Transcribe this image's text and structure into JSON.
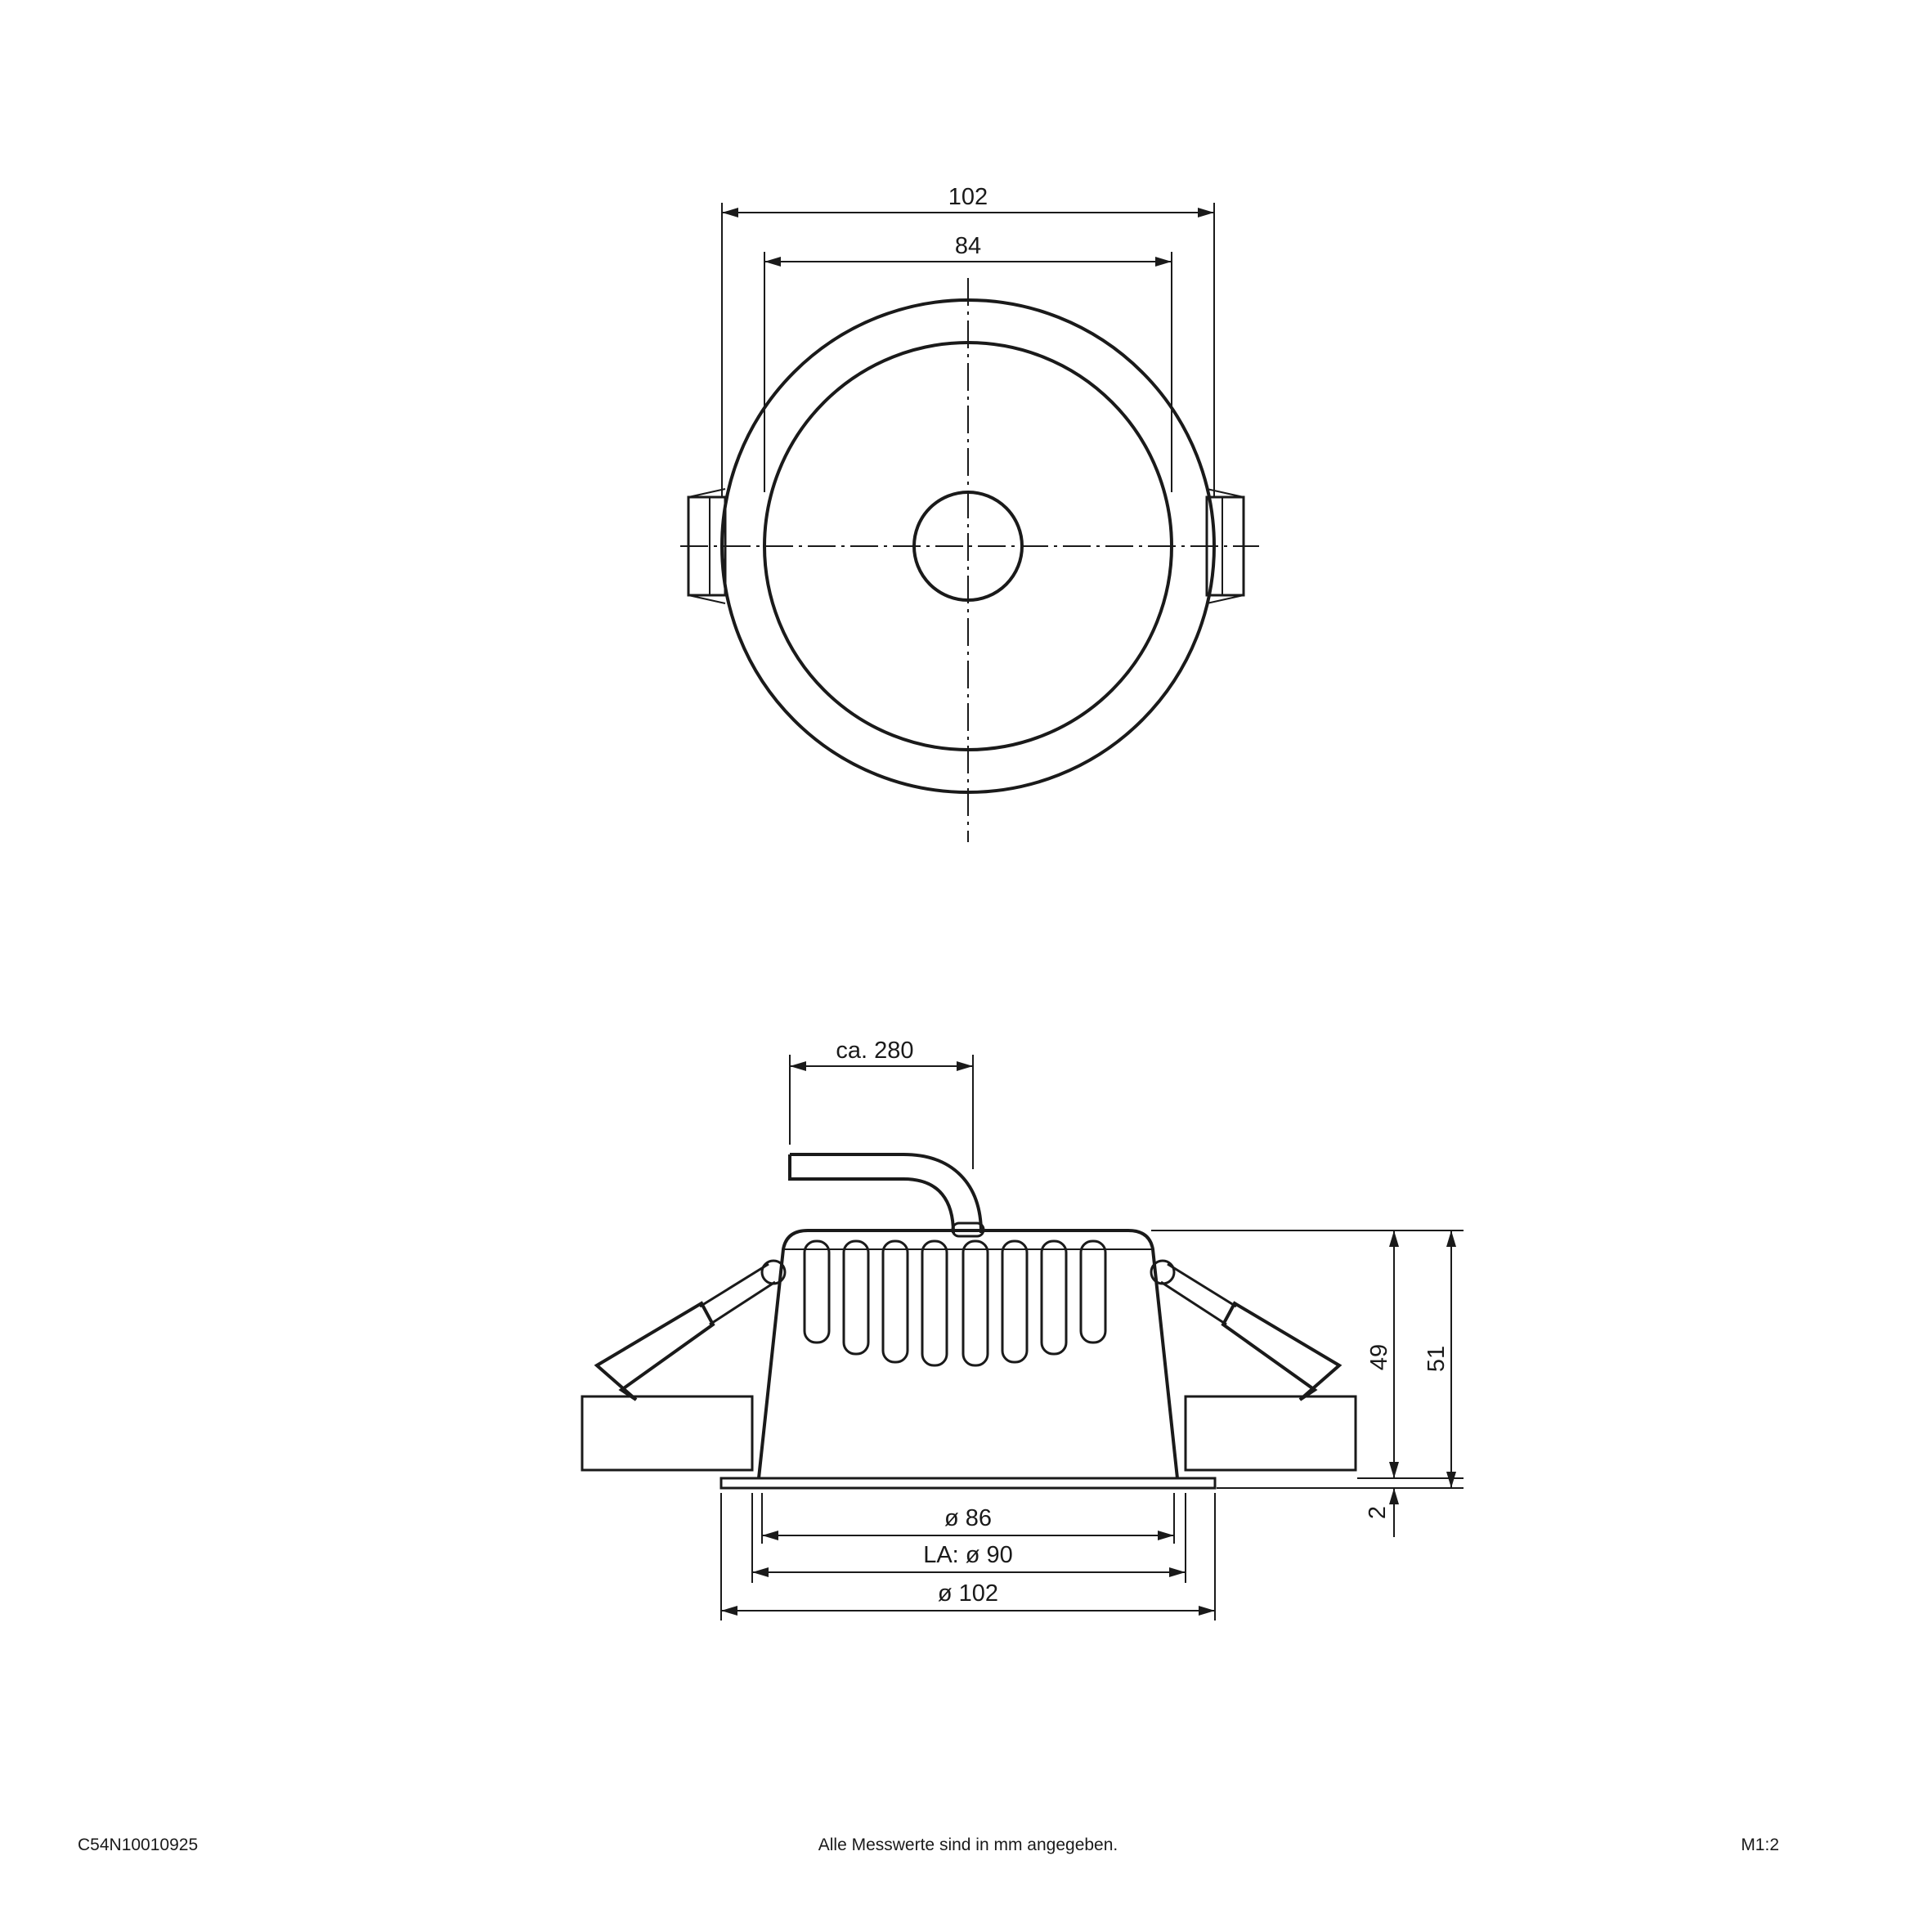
{
  "top_view": {
    "dim_outer": "102",
    "dim_inner": "84"
  },
  "side_view": {
    "dim_cable": "ca. 280",
    "dim_height_body": "49",
    "dim_height_total": "51",
    "dim_flange": "2",
    "dim_cutout_body": "ø 86",
    "dim_cutout": "LA: ø 90",
    "dim_outer": "ø 102"
  },
  "footer": {
    "article_number": "C54N10010925",
    "note": "Alle Messwerte sind in mm angegeben.",
    "scale": "M1:2"
  }
}
